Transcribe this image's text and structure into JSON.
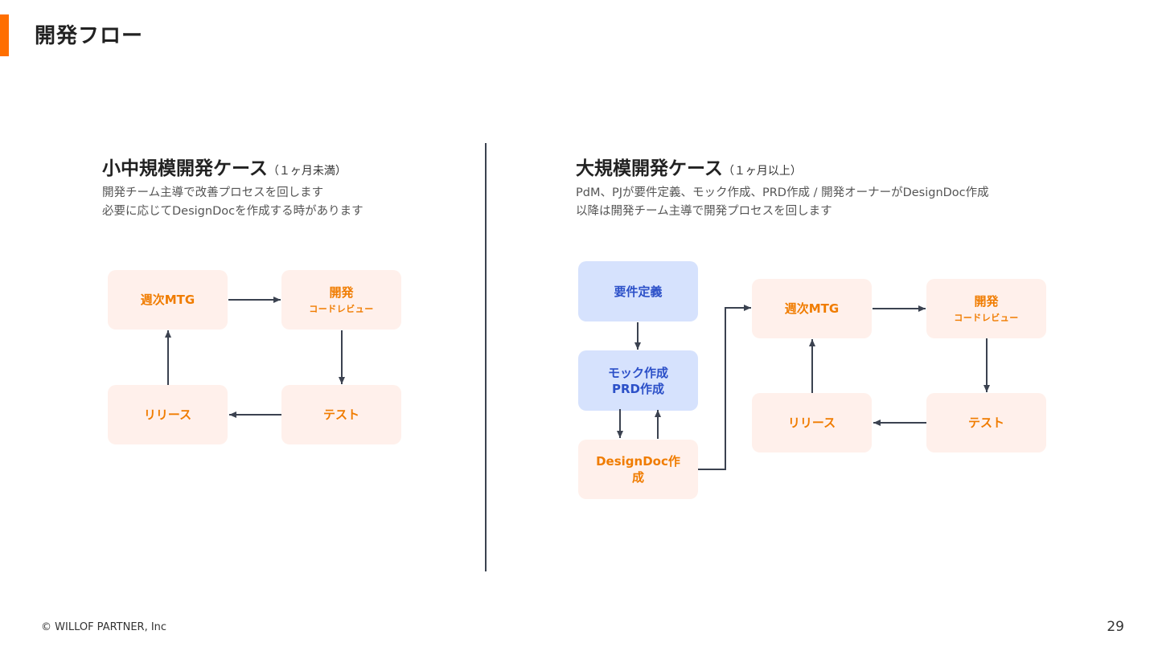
{
  "page": {
    "title": "開発フロー",
    "copyright": "© WILLOF PARTNER, Inc",
    "page_number": "29",
    "accent_color": "#ff6f00"
  },
  "small_case": {
    "title": "小中規模開発ケース",
    "subtitle": "（１ヶ月未満）",
    "desc_line1": "開発チーム主導で改善プロセスを回します",
    "desc_line2": "必要に応じてDesignDocを作成する時があります",
    "nodes": {
      "weekly": "週次MTG",
      "dev": "開発",
      "dev_sub": "コードレビュー",
      "test": "テスト",
      "release": "リリース"
    }
  },
  "large_case": {
    "title": "大規模開発ケース",
    "subtitle": "（１ヶ月以上）",
    "desc_line1": "PdM、PJが要件定義、モック作成、PRD作成 / 開発オーナーがDesignDoc作成",
    "desc_line2": "以降は開発チーム主導で開発プロセスを回します",
    "nodes": {
      "requirements": "要件定義",
      "mock_line1": "モック作成",
      "mock_line2": "PRD作成",
      "designdoc_line1": "DesignDoc作",
      "designdoc_line2": "成",
      "weekly": "週次MTG",
      "dev": "開発",
      "dev_sub": "コードレビュー",
      "test": "テスト",
      "release": "リリース"
    }
  },
  "colors": {
    "orange_box": "#fff0eb",
    "orange_text": "#f07c00",
    "blue_box": "#d6e2fd",
    "blue_text": "#2c50c8",
    "arrow": "#3b4250"
  }
}
